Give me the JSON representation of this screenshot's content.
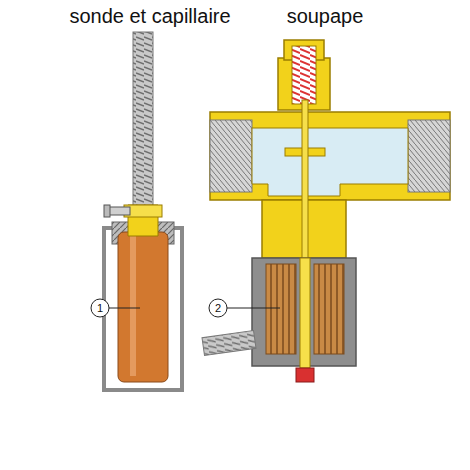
{
  "diagram": {
    "labels": [
      "sonde et capillaire",
      "soupape",
      "1",
      "2"
    ]
  }
}
